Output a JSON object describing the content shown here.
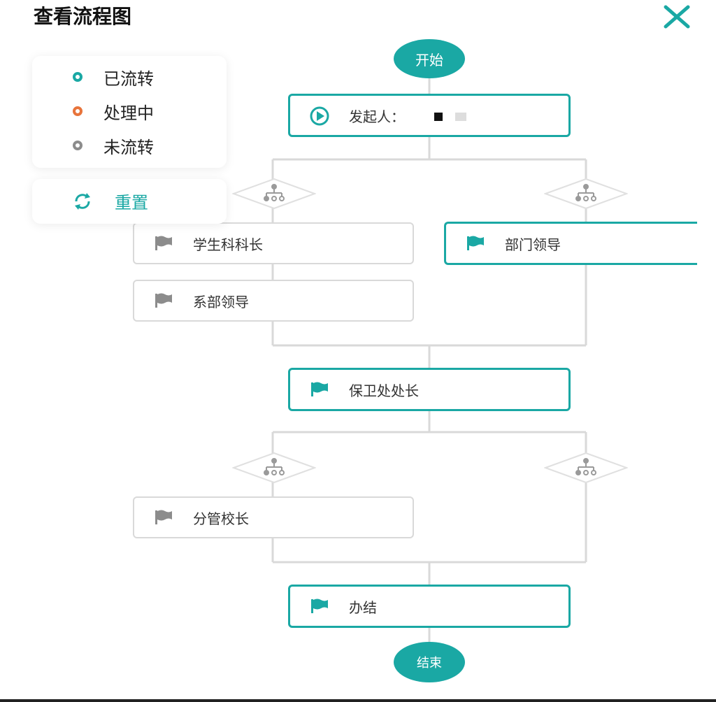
{
  "header": {
    "title": "查看流程图"
  },
  "legend": {
    "items": [
      {
        "label": "已流转",
        "color": "#1aa8a4"
      },
      {
        "label": "处理中",
        "color": "#e8743b"
      },
      {
        "label": "未流转",
        "color": "#8c8c8c"
      }
    ]
  },
  "reset": {
    "label": "重置"
  },
  "flow": {
    "start_label": "开始",
    "initiator_label": "发起人：",
    "nodes": [
      {
        "label": "学生科科长",
        "status": "未流转"
      },
      {
        "label": "部门领导",
        "status": "已流转"
      },
      {
        "label": "系部领导",
        "status": "未流转"
      },
      {
        "label": "保卫处处长",
        "status": "已流转"
      },
      {
        "label": "分管校长",
        "status": "未流转"
      },
      {
        "label": "办结",
        "status": "已流转"
      }
    ],
    "end_label": "结束"
  },
  "colors": {
    "accent": "#1aa8a4",
    "line": "#d9d9d9",
    "todo_icon": "#8c8c8c"
  }
}
